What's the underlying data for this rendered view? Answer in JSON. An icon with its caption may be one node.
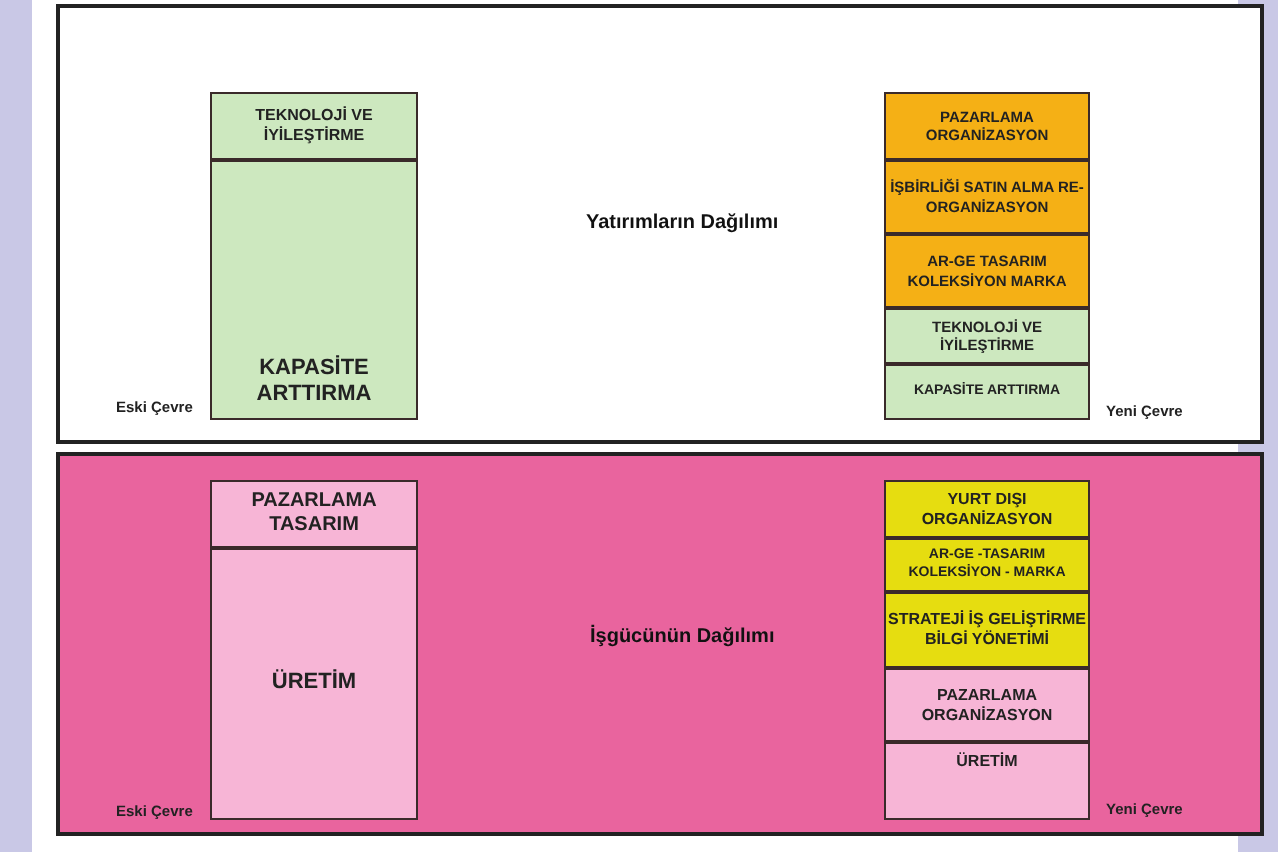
{
  "diagram": {
    "nodes": [
      {
        "text": [
          "Yatırımların Dağılımı"
        ]
      },
      {
        "text": [
          "TEKNOLOJİ VE İYİLEŞTİRME"
        ],
        "in": 0
      },
      {
        "text": [
          "KAPASİTE ARTTIRMA"
        ],
        "in": 0,
        "beside": [
          "Eski Çevre"
        ]
      },
      {
        "text": [
          "PAZARLAMA ORGANİZASYON"
        ],
        "in": 0
      },
      {
        "text": [
          "İŞBİRLİĞİ SATIN ALMA RE-ORGANİZASYON"
        ],
        "in": 0
      },
      {
        "text": [
          "AR-GE TASARIM KOLEKSİYON MARKA"
        ],
        "in": 0
      },
      {
        "text": [
          "TEKNOLOJİ VE İYİLEŞTİRME"
        ],
        "in": 0
      },
      {
        "text": [
          "KAPASİTE ARTTIRMA"
        ],
        "in": 0,
        "beside": [
          "Yeni Çevre"
        ]
      },
      {
        "text": [
          "İşgücünün Dağılımı"
        ]
      },
      {
        "text": [
          "PAZARLAMA TASARIM"
        ],
        "in": 8
      },
      {
        "text": [
          "ÜRETİM"
        ],
        "in": 8,
        "beside": [
          "Eski Çevre"
        ]
      },
      {
        "text": [
          "YURT DIŞI ORGANİZASYON"
        ],
        "in": 8
      },
      {
        "text": [
          "AR-GE -TASARIM KOLEKSİYON - MARKA"
        ],
        "in": 8
      },
      {
        "text": [
          "STRATEJİ İŞ GELİŞTİRME BİLGİ YÖNETİMİ"
        ],
        "in": 8
      },
      {
        "text": [
          "PAZARLAMA ORGANİZASYON"
        ],
        "in": 8
      },
      {
        "text": [
          "ÜRETİM"
        ],
        "in": 8,
        "beside": [
          "Yeni Çevre"
        ]
      }
    ]
  }
}
